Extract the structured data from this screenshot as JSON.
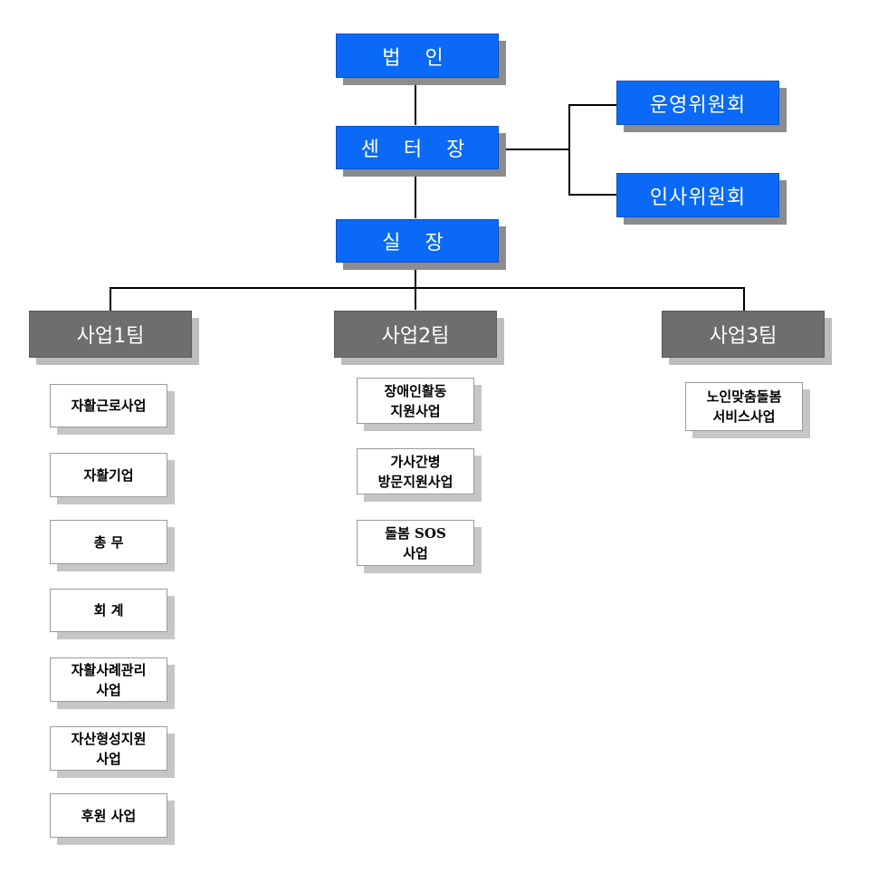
{
  "colors": {
    "top_box": "#0a6af7",
    "team_box": "#6e6e6e",
    "sub_box": "#ffffff",
    "shadow": "#8c8c8c",
    "line": "#000000"
  },
  "nodes": {
    "corporation": "법 인",
    "center_director": "센 터 장",
    "operating_committee": "운영위원회",
    "hr_committee": "인사위원회",
    "office_chief": "실 장"
  },
  "teams": [
    {
      "name": "사업1팀",
      "programs": [
        "자활근로사업",
        "자활기업",
        "총 무",
        "회 계",
        "자활사례관리\n사업",
        "자산형성지원\n사업",
        "후원 사업"
      ]
    },
    {
      "name": "사업2팀",
      "programs": [
        "장애인활동\n지원사업",
        "가사간병\n방문지원사업",
        "돌봄 SOS\n사업"
      ]
    },
    {
      "name": "사업3팀",
      "programs": [
        "노인맞춤돌봄\n서비스사업"
      ]
    }
  ]
}
